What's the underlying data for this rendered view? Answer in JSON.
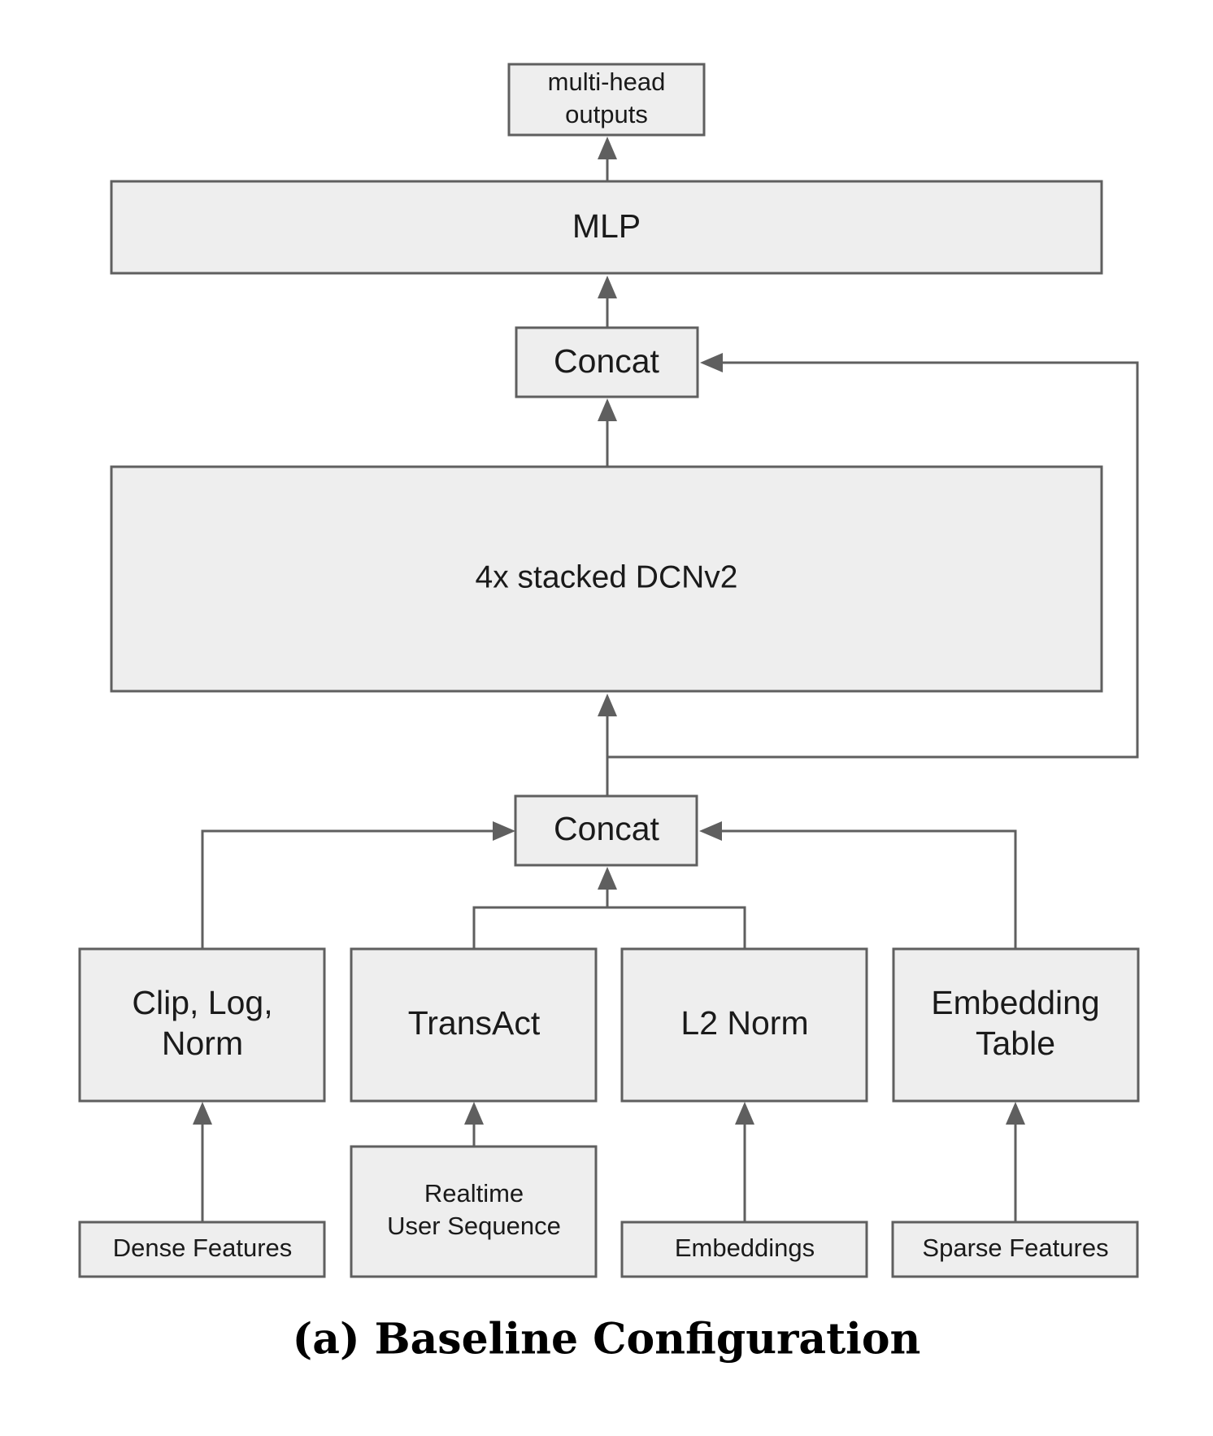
{
  "caption": "(a) Baseline Configuration",
  "nodes": {
    "multi_head_outputs": [
      "multi-head",
      "outputs"
    ],
    "mlp": "MLP",
    "concat_top": "Concat",
    "dcnv2": "4x stacked DCNv2",
    "concat_bottom": "Concat",
    "clip_log_norm": [
      "Clip, Log,",
      "Norm"
    ],
    "transact": "TransAct",
    "l2_norm": "L2 Norm",
    "embedding_table": [
      "Embedding",
      "Table"
    ],
    "dense_features": "Dense Features",
    "realtime_user_sequence": [
      "Realtime",
      "User Sequence"
    ],
    "embeddings": "Embeddings",
    "sparse_features": "Sparse Features"
  }
}
